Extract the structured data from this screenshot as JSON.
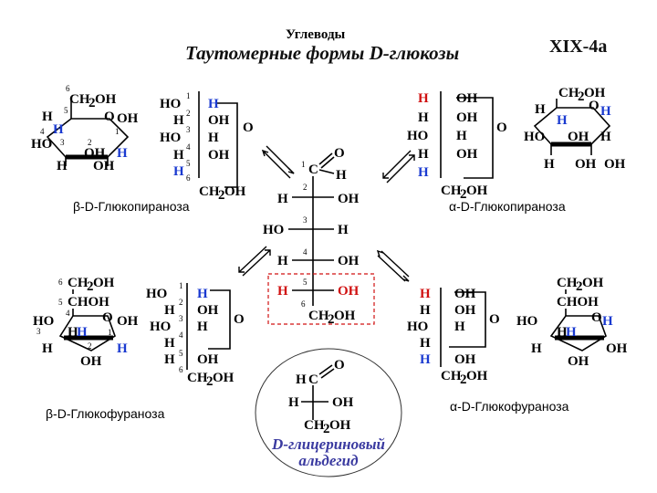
{
  "header": {
    "section": "Углеводы",
    "title": "Таутомерные формы D-глюкозы",
    "code": "XIX-4а"
  },
  "captions": {
    "beta_pyranose": "β-D-Глюкопираноза",
    "alpha_pyranose": "α-D-Глюкопираноза",
    "beta_furanose": "β-D-Глюкофураноза",
    "alpha_furanose": "α-D-Глюкофураноза"
  },
  "glyceraldehyde": {
    "name_line1": "D-глицериновый",
    "name_line2": "альдегид"
  },
  "atoms": {
    "H": "H",
    "OH": "OH",
    "HO": "HO",
    "O": "O",
    "C": "C",
    "CH2OH": "CH",
    "sub2": "2",
    "OH_tail": "OH",
    "CHOH": "CHOH"
  },
  "colors": {
    "accent_red": "#d01010",
    "accent_blue": "#1a3ad0",
    "highlight_box": "#d01010"
  }
}
